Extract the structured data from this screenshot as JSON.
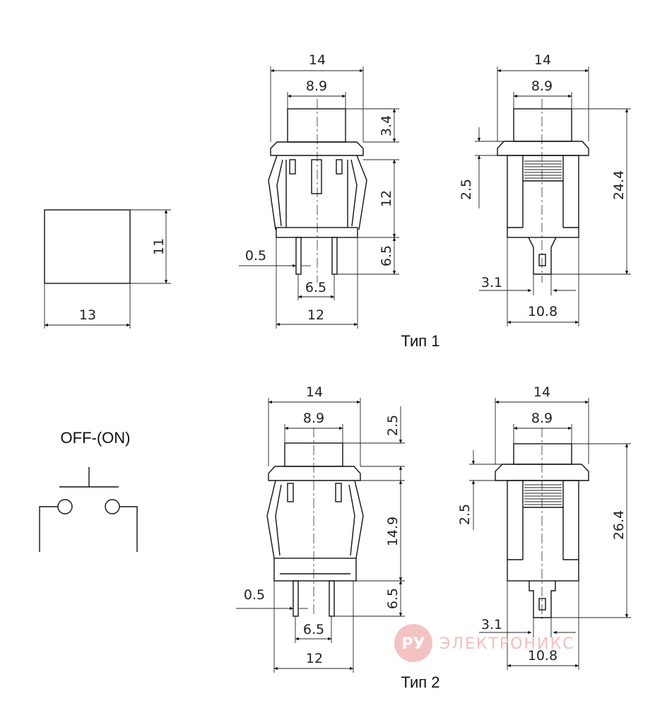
{
  "top_view": {
    "width_label": "13",
    "height_label": "11"
  },
  "type1": {
    "title": "Тип 1",
    "front": {
      "total_width": "14",
      "button_width": "8.9",
      "button_height": "3.4",
      "body_height": "12",
      "pin_length": "6.5",
      "pin_width": "0.5",
      "pin_spacing": "6.5",
      "body_width": "12"
    },
    "side": {
      "total_width": "14",
      "button_width": "8.9",
      "flange_gap": "2.5",
      "total_height": "24.4",
      "pin_offset": "3.1",
      "body_width": "10.8"
    }
  },
  "type2": {
    "title": "Тип 2",
    "front": {
      "total_width": "14",
      "button_width": "8.9",
      "button_height": "2.5",
      "body_height": "14.9",
      "pin_length": "6.5",
      "pin_width": "0.5",
      "pin_spacing": "6.5",
      "body_width": "12"
    },
    "side": {
      "total_width": "14",
      "button_width": "8.9",
      "flange_gap": "2.5",
      "total_height": "26.4",
      "pin_offset": "3.1",
      "body_width": "10.8"
    }
  },
  "schematic": {
    "label": "OFF-(ON)"
  },
  "watermark": {
    "logo": "РУ",
    "text": "ЭЛЕКТРОНИКС"
  }
}
